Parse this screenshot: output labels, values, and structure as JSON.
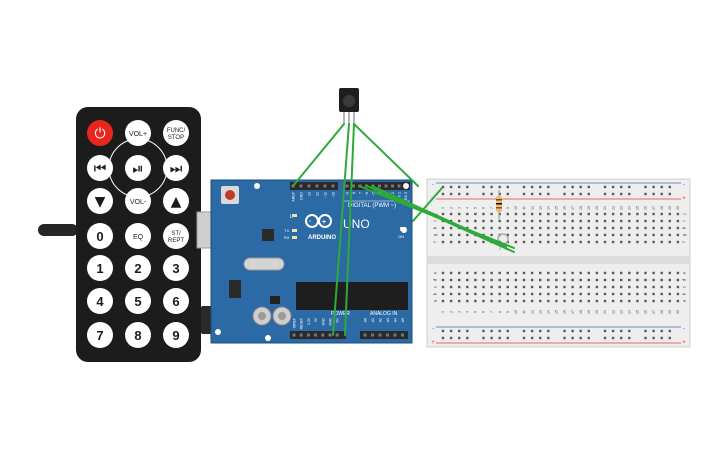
{
  "remote": {
    "buttons": [
      {
        "label": "",
        "icon": "power-icon"
      },
      {
        "label": "VOL+"
      },
      {
        "label": "FUNC/",
        "label2": "STOP"
      },
      {
        "label": "",
        "icon": "rewind-icon"
      },
      {
        "label": "",
        "icon": "play-pause-icon"
      },
      {
        "label": "",
        "icon": "fast-forward-icon"
      },
      {
        "label": "",
        "icon": "down-icon"
      },
      {
        "label": "VOL-"
      },
      {
        "label": "",
        "icon": "up-icon"
      },
      {
        "label": "0"
      },
      {
        "label": "EQ"
      },
      {
        "label": "ST/",
        "label2": "REPT"
      },
      {
        "label": "1"
      },
      {
        "label": "2"
      },
      {
        "label": "3"
      },
      {
        "label": "4"
      },
      {
        "label": "5"
      },
      {
        "label": "6"
      },
      {
        "label": "7"
      },
      {
        "label": "8"
      },
      {
        "label": "9"
      }
    ]
  },
  "arduino": {
    "brand": "ARDUINO",
    "model": "UNO",
    "digital_label": "DIGITAL (PWM ~)",
    "power_label": "POWER",
    "analog_label": "ANALOG IN",
    "on_label": "ON",
    "led_labels": [
      "L",
      "TX",
      "RX"
    ],
    "top_pins": [
      "AREF",
      "GND",
      "13",
      "12",
      "~11",
      "~10",
      "~9",
      "8",
      "7",
      "~6",
      "~5",
      "4",
      "~3",
      "2",
      "TX 1",
      "RX 0"
    ],
    "power_pins": [
      "IOREF",
      "RESET",
      "3.3V",
      "5V",
      "GND",
      "GND",
      "Vin"
    ],
    "analog_pins": [
      "A0",
      "A1",
      "A2",
      "A3",
      "A4",
      "A5"
    ]
  },
  "breadboard": {
    "row_letters_top": [
      "a",
      "b",
      "c",
      "d",
      "e"
    ],
    "row_letters_bottom": [
      "f",
      "g",
      "h",
      "i",
      "j"
    ],
    "column_numbers": [
      "1",
      "2",
      "3",
      "4",
      "5",
      "6",
      "7",
      "8",
      "9",
      "10",
      "11",
      "12",
      "13",
      "14",
      "15",
      "16",
      "17",
      "18",
      "19",
      "20",
      "21",
      "22",
      "23",
      "24",
      "25",
      "26",
      "27",
      "28",
      "29",
      "30"
    ]
  },
  "colors": {
    "remote_body": "#1c1c1c",
    "power_button": "#e8261d",
    "arduino_board": "#2b6aa4",
    "wire": "#2eaa3a",
    "rail_red": "#d9413b",
    "rail_blue": "#3f6fb5",
    "breadboard": "#eeeeee"
  }
}
